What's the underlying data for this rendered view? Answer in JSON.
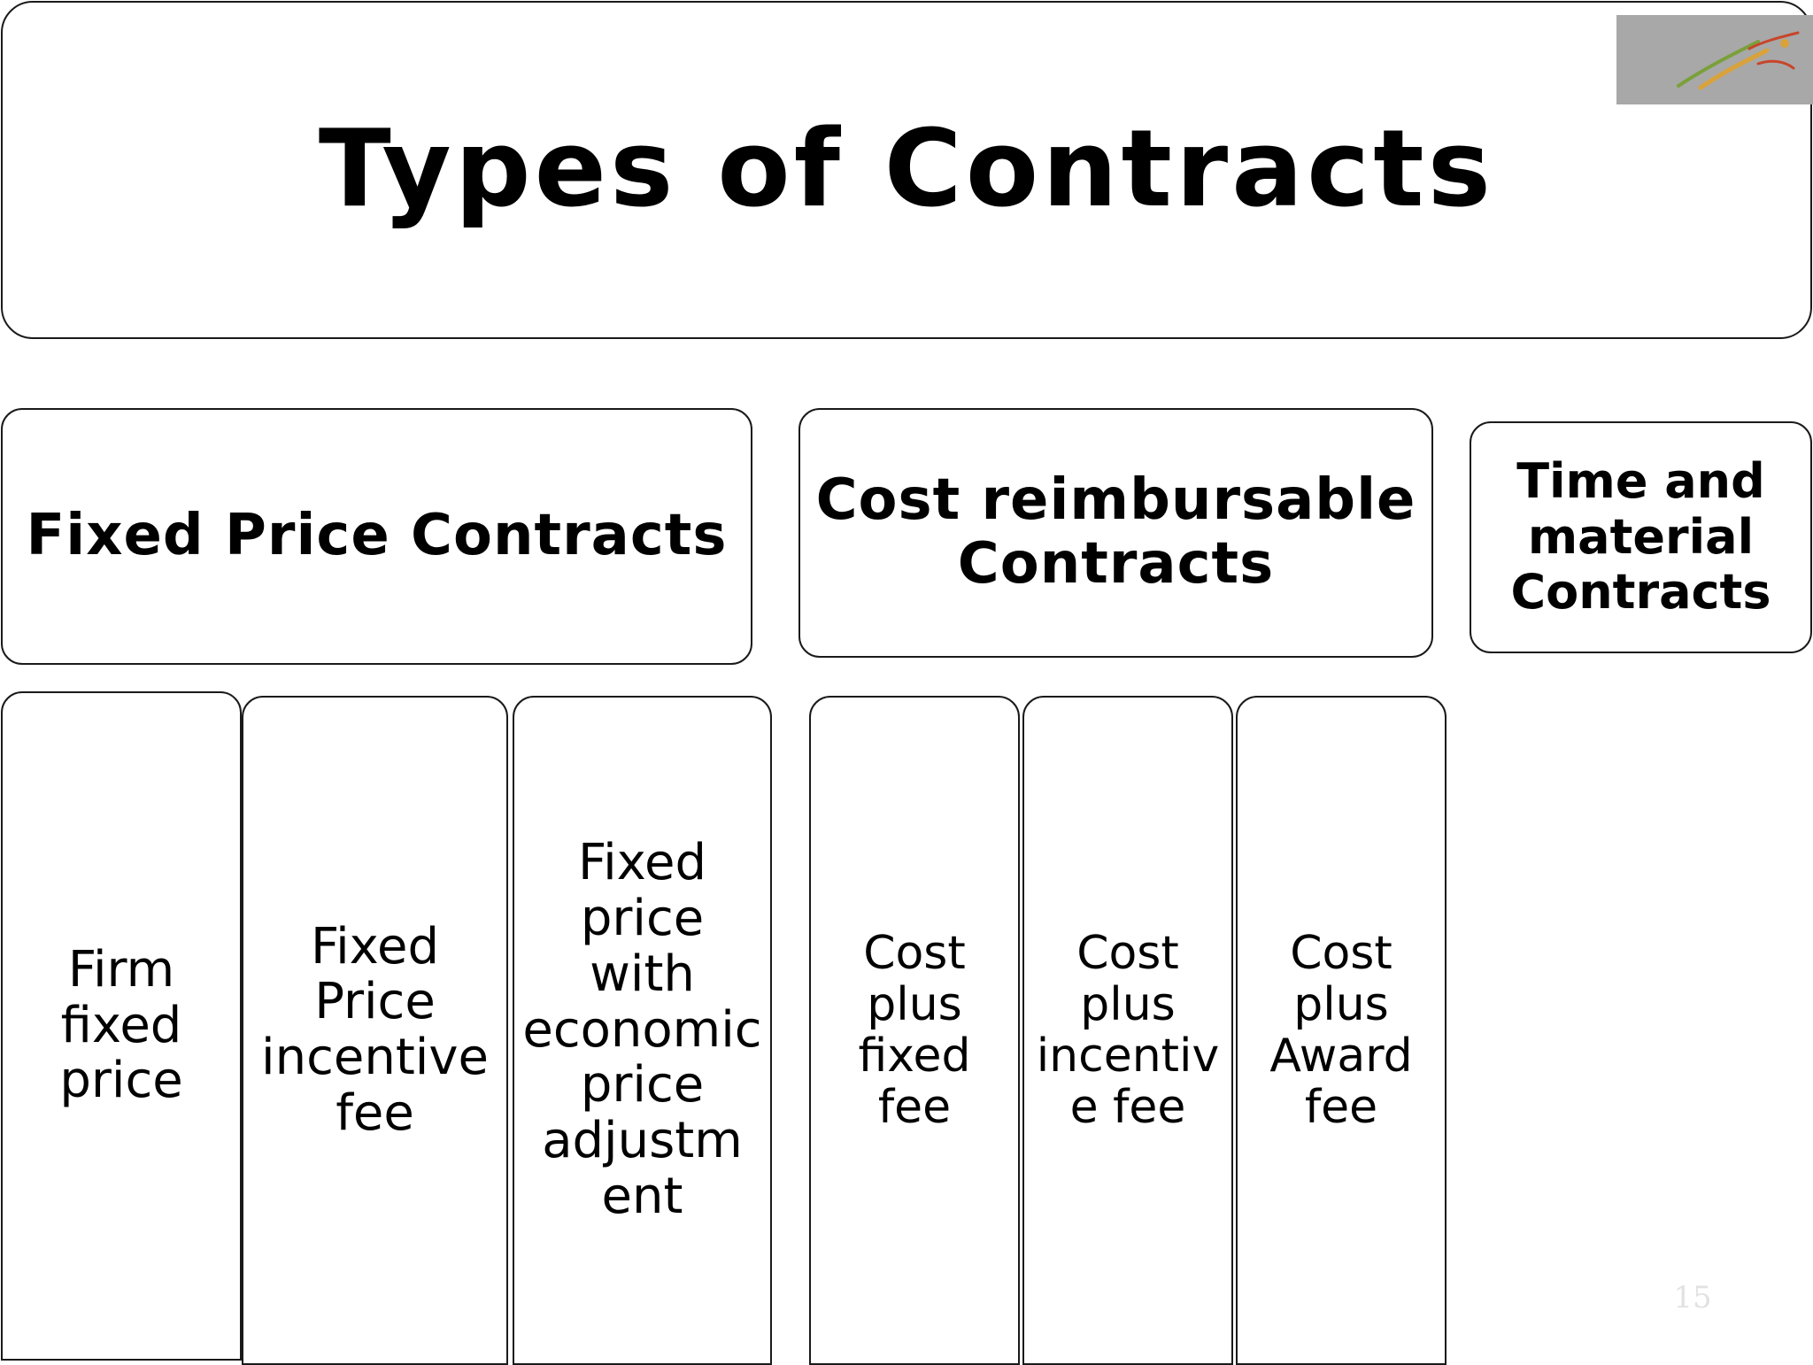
{
  "slide": {
    "title": "Types of Contracts",
    "page_number": "15"
  },
  "logo": {
    "icon": "running-figure-logo-icon",
    "background": "#a8a8a8",
    "stroke_colors": [
      "#d9a23a",
      "#7aa03a",
      "#c8452a"
    ]
  },
  "categories": [
    {
      "label": "Fixed Price Contracts"
    },
    {
      "label": "Cost reimbursable\nContracts"
    },
    {
      "label": "Time and\nmaterial\nContracts"
    }
  ],
  "subtypes": [
    {
      "label": "Firm\nfixed\nprice"
    },
    {
      "label": "Fixed\nPrice\nincentive\nfee"
    },
    {
      "label": "Fixed\nprice\nwith\neconomic\nprice\nadjustm\nent"
    },
    {
      "label": "Cost\nplus\nfixed\nfee"
    },
    {
      "label": "Cost\nplus\nincentiv\ne fee"
    },
    {
      "label": "Cost\nplus\nAward\nfee"
    }
  ]
}
